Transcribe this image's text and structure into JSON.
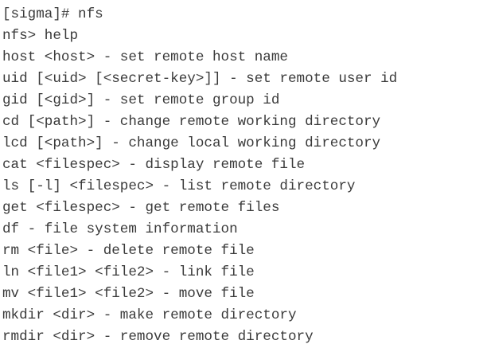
{
  "colors": {
    "background": "#ffffff",
    "text": "#3a3a3a"
  },
  "terminal": {
    "lines": [
      "[sigma]# nfs",
      "nfs> help",
      "host <host> - set remote host name",
      "uid [<uid> [<secret-key>]] - set remote user id",
      "gid [<gid>] - set remote group id",
      "cd [<path>] - change remote working directory",
      "lcd [<path>] - change local working directory",
      "cat <filespec> - display remote file",
      "ls [-l] <filespec> - list remote directory",
      "get <filespec> - get remote files",
      "df - file system information",
      "rm <file> - delete remote file",
      "ln <file1> <file2> - link file",
      "mv <file1> <file2> - move file",
      "mkdir <dir> - make remote directory",
      "rmdir <dir> - remove remote directory"
    ]
  }
}
